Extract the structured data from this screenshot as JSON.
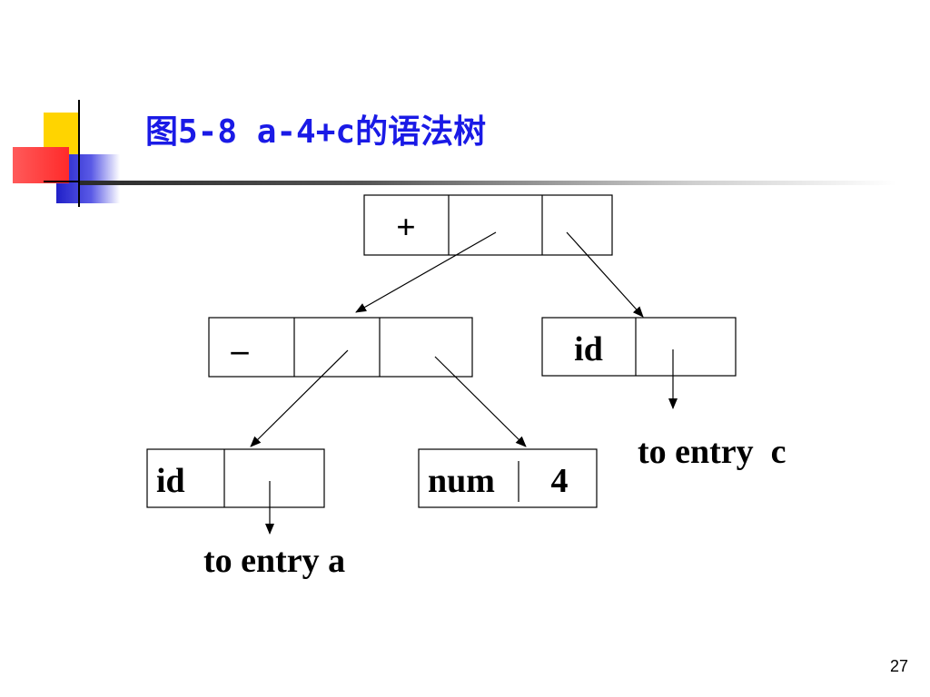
{
  "slide": {
    "title": "图5-8 a-4+c的语法树",
    "page_number": "27",
    "colors": {
      "title": "#1a1ae6",
      "ornament_yellow": "#ffd400",
      "ornament_red": "#ff3a3a",
      "ornament_blue": "#2020c8"
    }
  },
  "tree": {
    "plus_node": {
      "op": "+"
    },
    "minus_node": {
      "op": "–"
    },
    "id_a_node": {
      "label": "id"
    },
    "num_node": {
      "label": "num",
      "value": "4"
    },
    "id_c_node": {
      "label": "id"
    },
    "entry_a": "to entry a",
    "entry_c": "to entry  c"
  }
}
